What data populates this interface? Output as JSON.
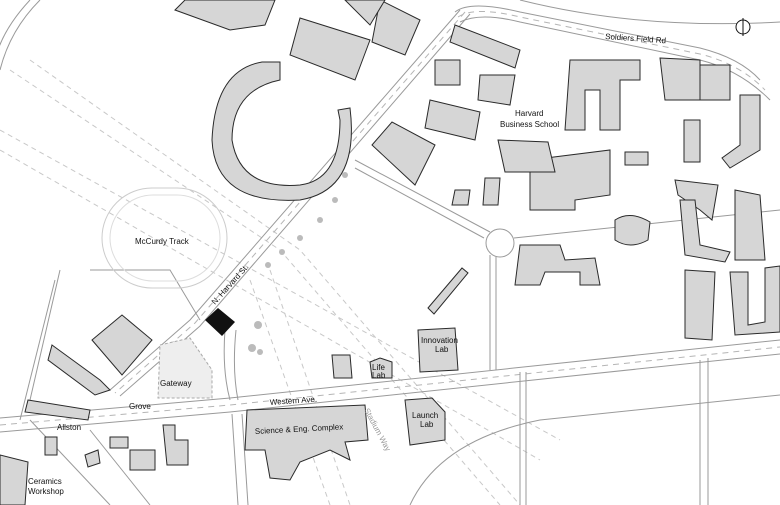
{
  "map": {
    "labels": {
      "soldiers_field_rd": "Soldiers Field Rd",
      "harvard_business_school_1": "Harvard",
      "harvard_business_school_2": "Business School",
      "mccurdy_track": "McCurdy Track",
      "n_harvard_st": "N. Harvard St.",
      "gateway": "Gateway",
      "grove": "Grove",
      "western_ave": "Western Ave.",
      "allston": "Allston",
      "ceramics_workshop_1": "Ceramics",
      "ceramics_workshop_2": "Workshop",
      "science_eng_complex": "Science & Eng. Complex",
      "stadium_way": "Stadium Way",
      "life_lab_1": "Life",
      "life_lab_2": "Lab",
      "innovation_lab_1": "Innovation",
      "innovation_lab_2": "Lab",
      "launch_lab_1": "Launch",
      "launch_lab_2": "Lab"
    },
    "icons": [
      "north-arrow-icon"
    ],
    "colors": {
      "building": "#d6d6d6",
      "highlight": "#111111",
      "road": "#9a9a9a"
    }
  }
}
